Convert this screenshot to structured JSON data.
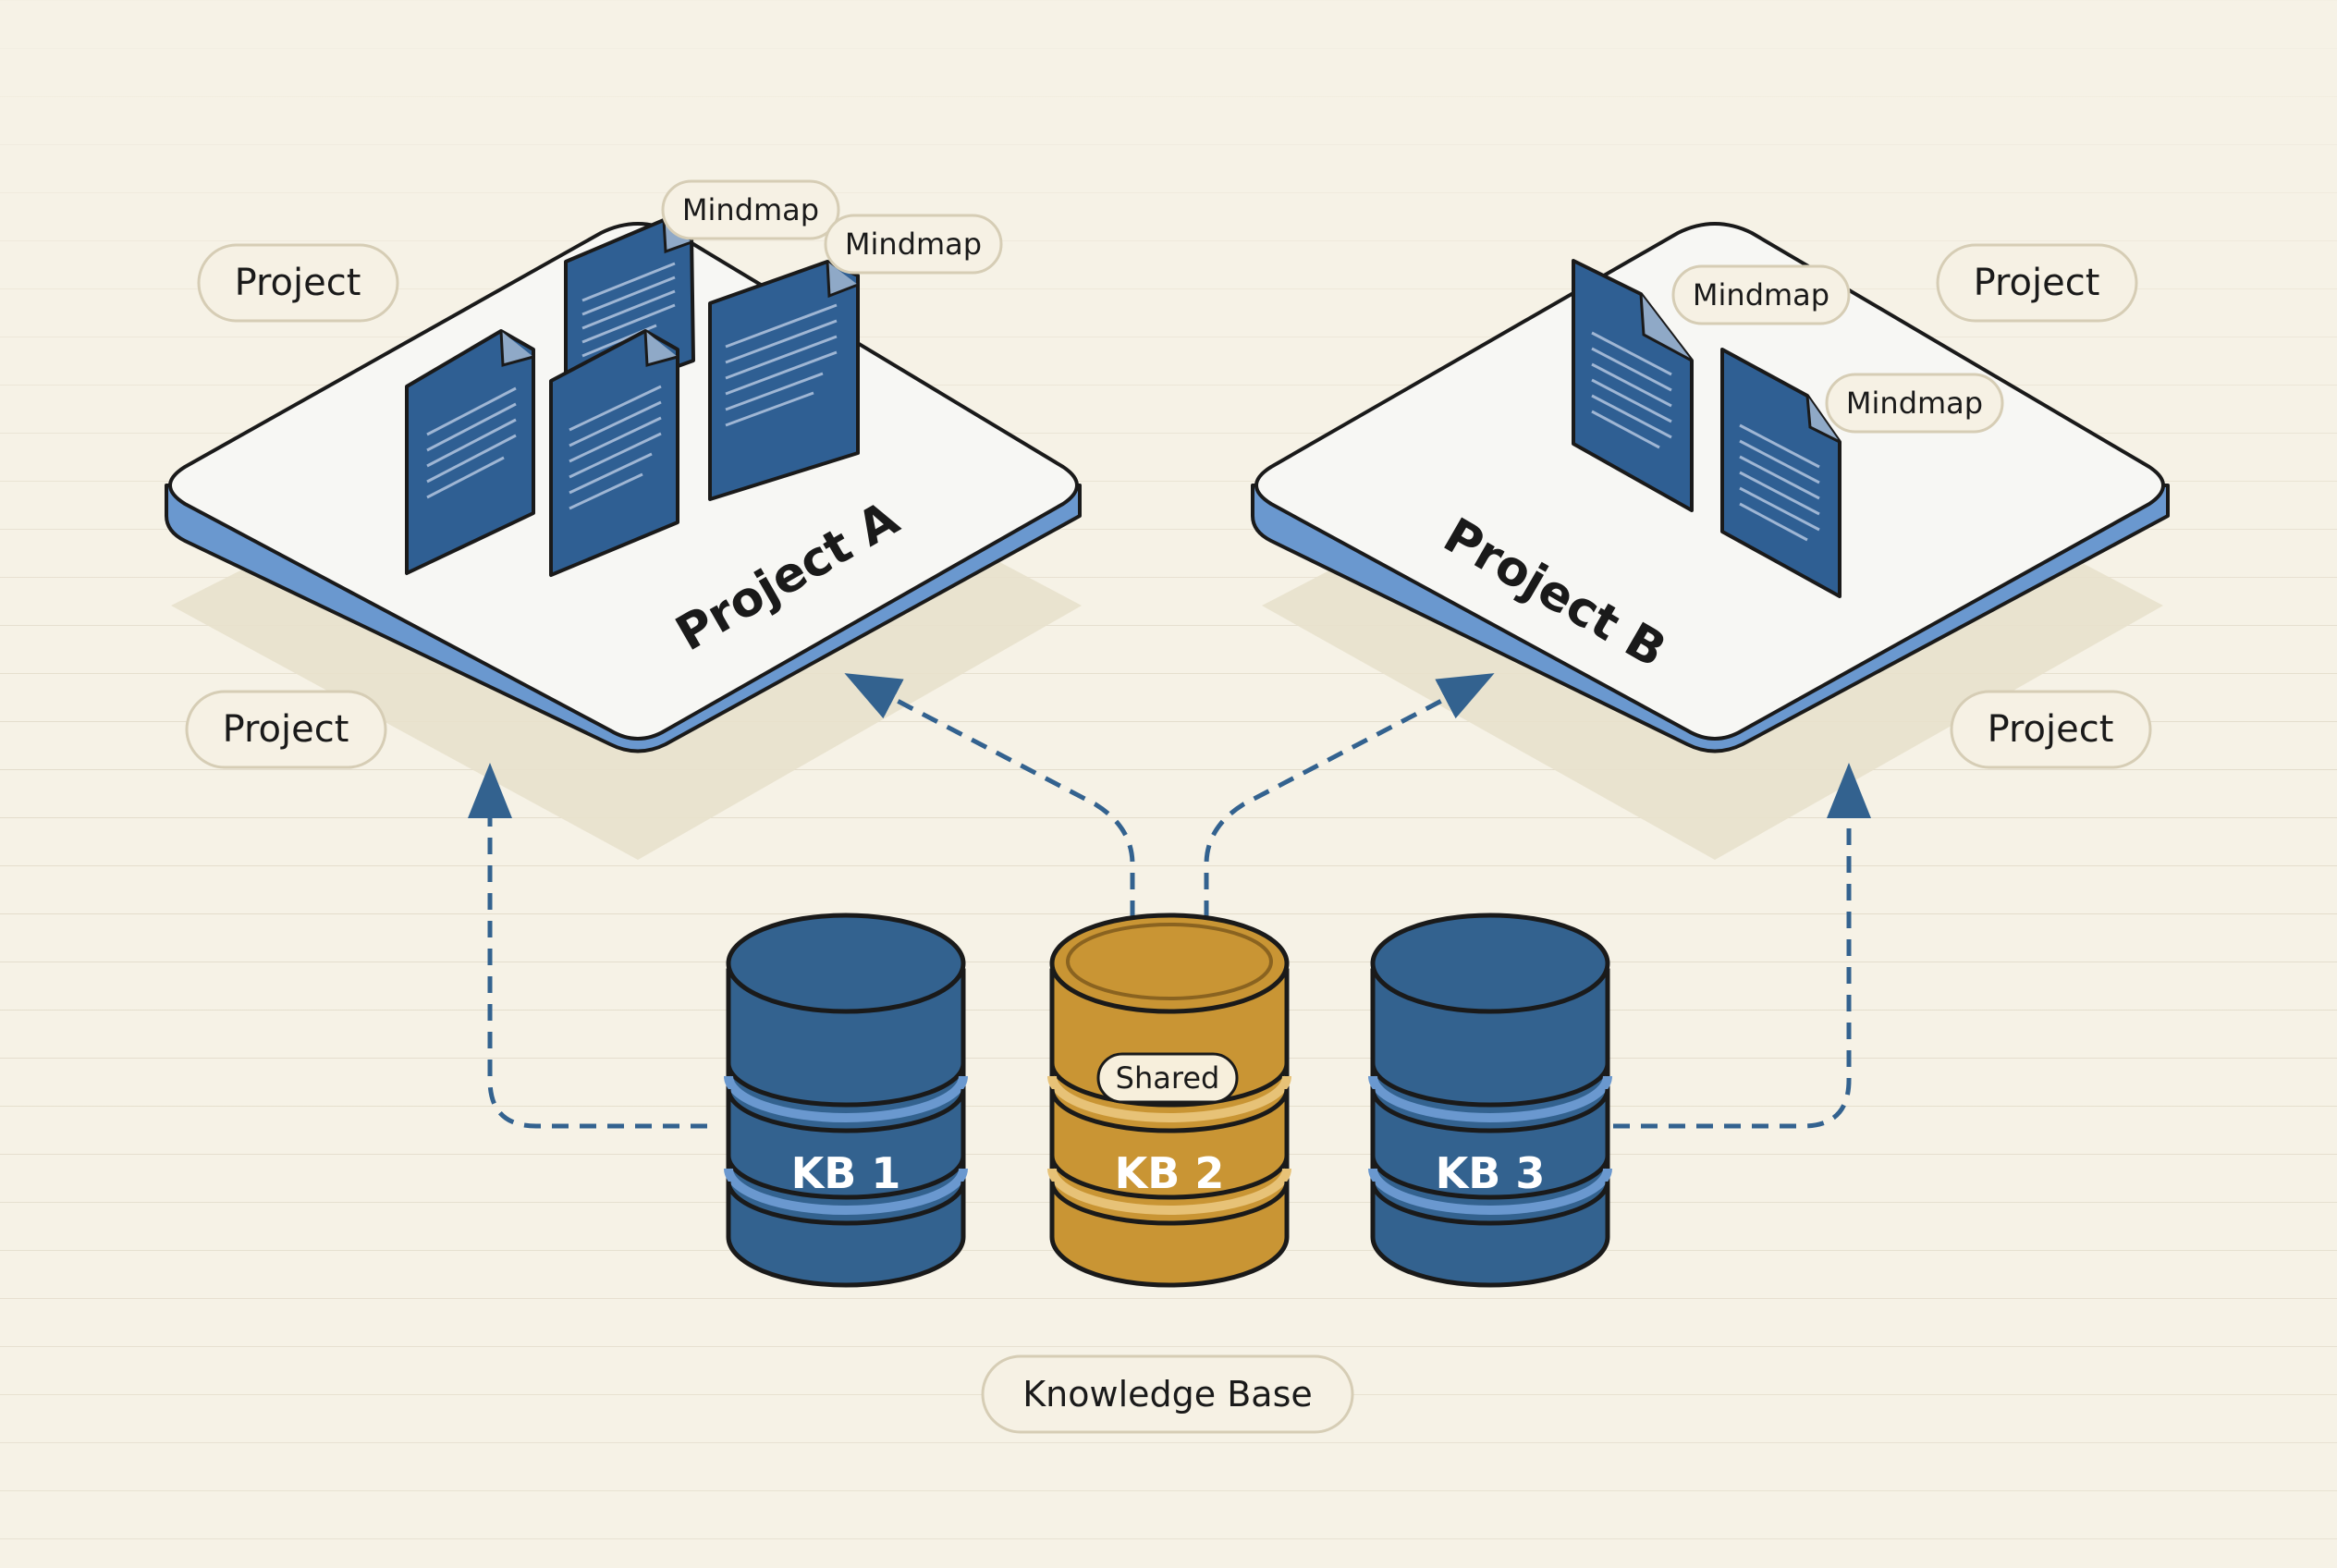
{
  "diagram": {
    "projects": [
      {
        "name": "Project A",
        "tags": [
          "Project",
          "Project"
        ],
        "documents": [
          "Mindmap",
          "Mindmap"
        ]
      },
      {
        "name": "Project B",
        "tags": [
          "Project",
          "Project"
        ],
        "documents": [
          "Mindmap",
          "Mindmap"
        ]
      }
    ],
    "knowledge_bases": [
      {
        "label": "KB 1",
        "badge": ""
      },
      {
        "label": "KB 2",
        "badge": "Shared"
      },
      {
        "label": "KB 3",
        "badge": ""
      }
    ],
    "caption": "Knowledge Base",
    "colors": {
      "background": "#f6f2e6",
      "platform_top": "#f7f7f4",
      "platform_edge": "#6a98cf",
      "document": "#2f5f93",
      "kb_blue": "#33628f",
      "kb_gold": "#c99534",
      "connector": "#33628f",
      "outline": "#1a1a1a"
    },
    "icons": [
      "document-icon",
      "database-icon",
      "arrow-up-icon"
    ]
  }
}
